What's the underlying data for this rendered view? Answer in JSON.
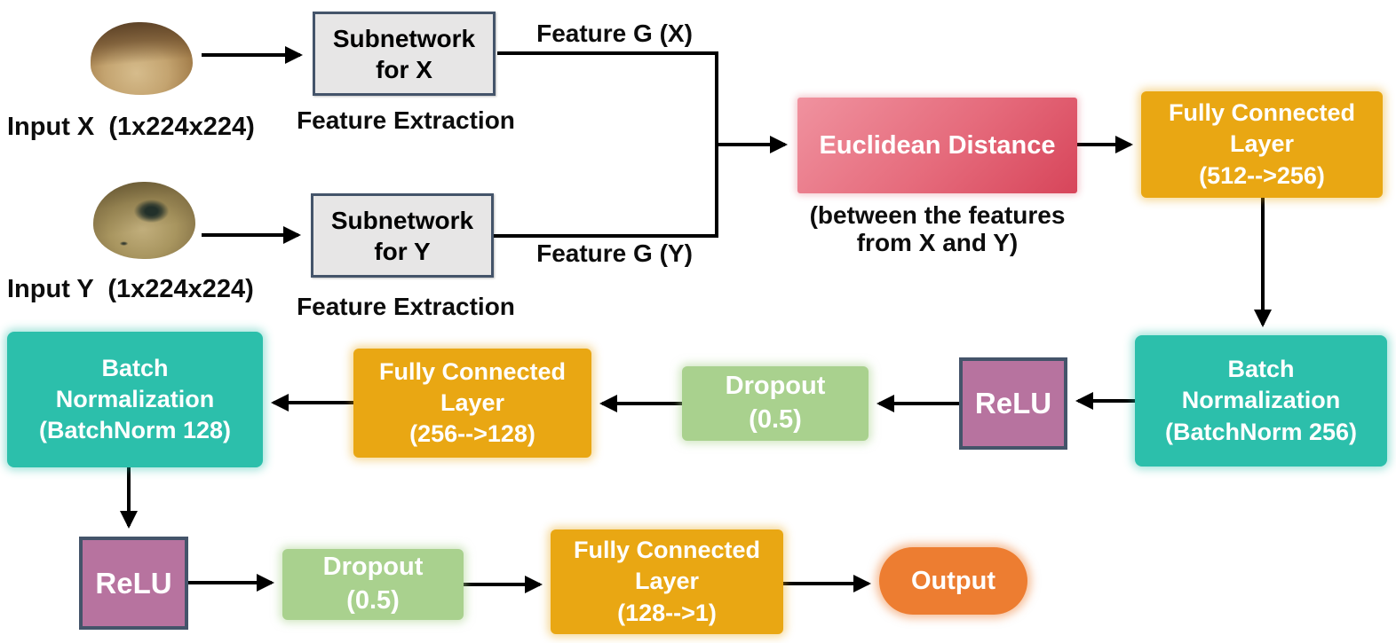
{
  "labels": {
    "input_x": "Input X  (1x224x224)",
    "input_y": "Input Y  (1x224x224)",
    "feature_extraction_x": "Feature Extraction",
    "feature_extraction_y": "Feature Extraction",
    "feature_g_x": "Feature G (X)",
    "feature_g_y": "Feature G (Y)",
    "euclidean_caption_line1": "(between the features",
    "euclidean_caption_line2": "from X and Y)"
  },
  "nodes": {
    "subnetwork_x": {
      "lines": [
        "Subnetwork",
        "for X"
      ]
    },
    "subnetwork_y": {
      "lines": [
        "Subnetwork",
        "for Y"
      ]
    },
    "euclidean_distance": {
      "label": "Euclidean Distance"
    },
    "fc_512_256": {
      "lines": [
        "Fully Connected",
        "Layer",
        "(512-->256)"
      ]
    },
    "batchnorm_256": {
      "lines": [
        "Batch",
        "Normalization",
        "(BatchNorm 256)"
      ]
    },
    "relu_1": {
      "label": "ReLU"
    },
    "dropout_1": {
      "lines": [
        "Dropout",
        "(0.5)"
      ]
    },
    "fc_256_128": {
      "lines": [
        "Fully Connected",
        "Layer",
        "(256-->128)"
      ]
    },
    "batchnorm_128": {
      "lines": [
        "Batch",
        "Normalization",
        "(BatchNorm 128)"
      ]
    },
    "relu_2": {
      "label": "ReLU"
    },
    "dropout_2": {
      "lines": [
        "Dropout",
        "(0.5)"
      ]
    },
    "fc_128_1": {
      "lines": [
        "Fully Connected",
        "Layer",
        "(128-->1)"
      ]
    },
    "output": {
      "label": "Output"
    }
  },
  "images": {
    "seed_x_alt": "seed photo for input X",
    "seed_y_alt": "blemished seed photo for input Y"
  },
  "colors": {
    "fully_connected": "#e9a713",
    "batch_norm": "#2cbfab",
    "relu": "#b7739f",
    "relu_border": "#44546a",
    "dropout": "#a9d18e",
    "euclidean_gradient_start": "#f0929f",
    "euclidean_gradient_end": "#d7455a",
    "output": "#ed7d31",
    "subnetwork_fill": "#e7e6e6",
    "subnetwork_border": "#44546a",
    "arrow": "#000000"
  }
}
